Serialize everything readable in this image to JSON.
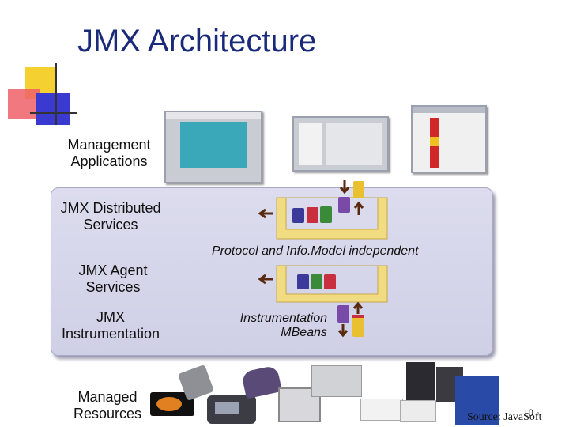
{
  "slide": {
    "title": "JMX Architecture",
    "layers": {
      "management_applications": "Management\nApplications",
      "distributed_services": "JMX Distributed\nServices",
      "agent_services": "JMX Agent\nServices",
      "instrumentation": "JMX\nInstrumentation",
      "managed_resources": "Managed\nResources"
    },
    "protocol_note": "Protocol and Info.Model independent",
    "mbeans_note": "Instrumentation\nMBeans",
    "source": "Source: JavaSoft",
    "page_number": "10"
  },
  "colors": {
    "title": "#1a2a7a",
    "panel": "#d4d5ea",
    "connector": "#f2dc82",
    "bean_blue": "#3b3a9a",
    "bean_red": "#c83040",
    "bean_green": "#3a8a3a",
    "bean_purple": "#7a4aa8",
    "bean_yellow": "#e8c030",
    "arrow": "#5a2a10"
  }
}
